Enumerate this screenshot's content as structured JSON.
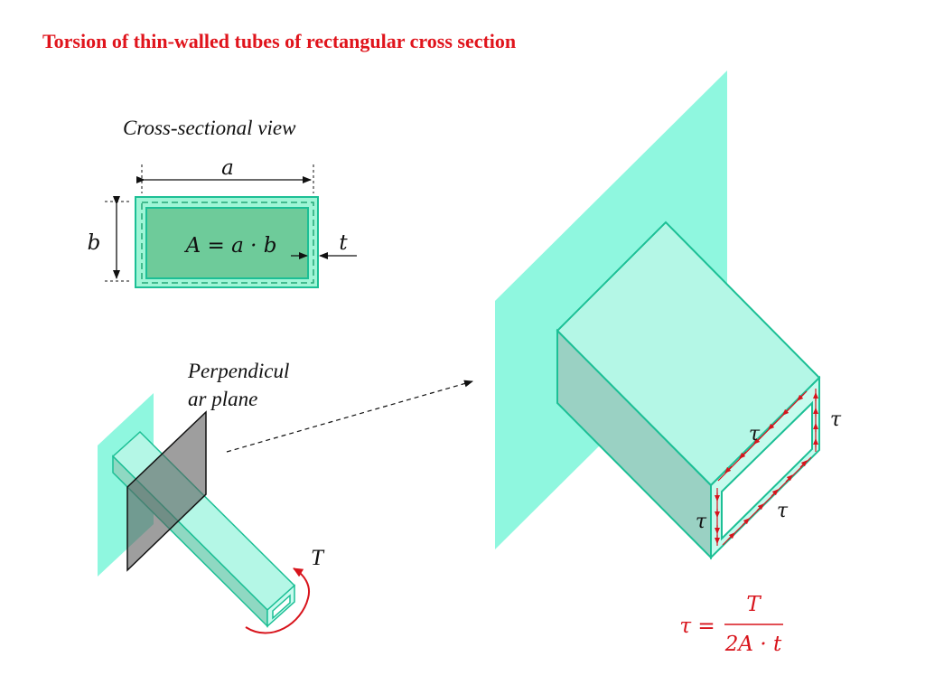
{
  "title": "Torsion of thin-walled tubes of rectangular cross section",
  "cross_section": {
    "caption": "Cross-sectional view",
    "dim_a": "a",
    "dim_b": "b",
    "dim_t": "t",
    "area_formula": "A = a · b"
  },
  "perpendicular_plane_label": {
    "line1": "Perpendicul",
    "line2": "ar plane"
  },
  "torque_label": "T",
  "shear_labels": {
    "top": "τ",
    "right": "τ",
    "left": "τ",
    "bottom": "τ"
  },
  "formula": {
    "lhs": "τ =",
    "numerator": "T",
    "denominator": "2A · t"
  },
  "colors": {
    "title": "#e0141c",
    "tube_light": "#9ff5e0",
    "tube_edge": "#1cbf95",
    "plane": "#8ff7df",
    "stress_arrows": "#d8141c",
    "section_fill": "#6ecb9a"
  }
}
